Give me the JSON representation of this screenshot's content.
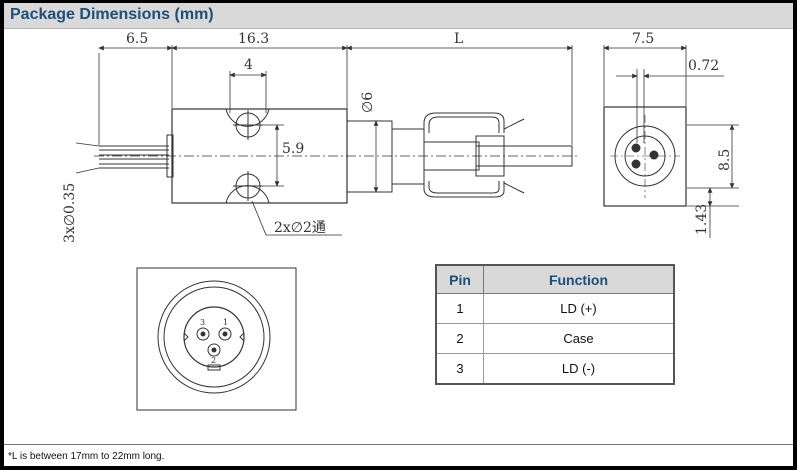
{
  "header": {
    "title": "Package Dimensions (mm)"
  },
  "drawing": {
    "dim_6_5": "6.5",
    "dim_16_3": "16.3",
    "dim_L": "L",
    "dim_4": "4",
    "dim_5_9": "5.9",
    "dim_diam_6": "∅6",
    "dim_pin_dia": "3x∅0.35",
    "dim_hole": "2x∅2通",
    "dim_7_5": "7.5",
    "dim_0_72": "0.72",
    "dim_8_5": "8.5",
    "dim_1_43": "1.43",
    "pin_label_1": "1",
    "pin_label_2": "2",
    "pin_label_3": "3"
  },
  "table": {
    "headers": [
      "Pin",
      "Function"
    ],
    "rows": [
      {
        "pin": "1",
        "function": "LD (+)"
      },
      {
        "pin": "2",
        "function": "Case"
      },
      {
        "pin": "3",
        "function": "LD (-)"
      }
    ]
  },
  "footnote": "*L is between 17mm to 22mm long."
}
